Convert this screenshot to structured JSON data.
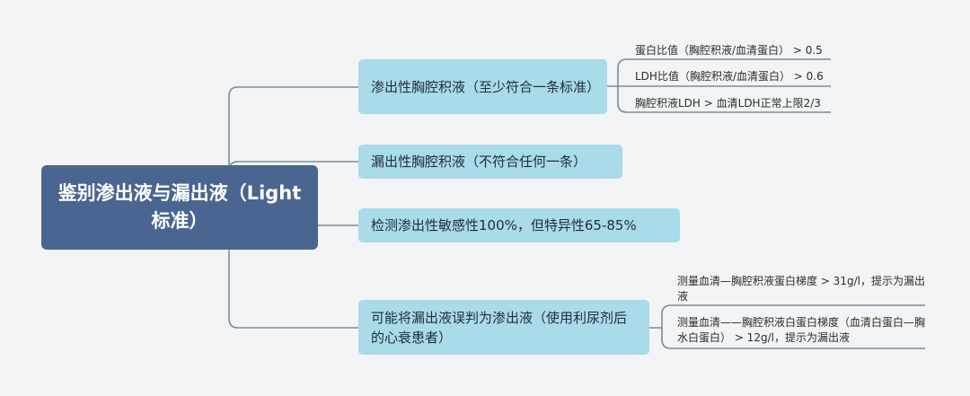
{
  "root": {
    "label": "鉴别渗出液与漏出液（Light标准）"
  },
  "branches": [
    {
      "label": "渗出性胸腔积液（至少符合一条标准）",
      "children": [
        "蛋白比值（胸腔积液/血清蛋白） > 0.5",
        "LDH比值（胸腔积液/血清蛋白） > 0.6",
        "胸腔积液LDH > 血清LDH正常上限2/3"
      ]
    },
    {
      "label": "漏出性胸腔积液（不符合任何一条）",
      "children": []
    },
    {
      "label": "检测渗出性敏感性100%，但特异性65-85%",
      "children": []
    },
    {
      "label": "可能将漏出液误判为渗出液（使用利尿剂后的心衰患者）",
      "children": [
        "测量血清—胸腔积液蛋白梯度 > 31g/l，提示为漏出液",
        "测量血清——胸腔积液白蛋白梯度（血清白蛋白—胸水白蛋白） > 12g/l，提示为漏出液"
      ]
    }
  ],
  "colors": {
    "root_bg": "#4a6590",
    "branch_bg": "#a9dbe8",
    "line": "#7c8b99",
    "background": "#f2f4f5"
  }
}
